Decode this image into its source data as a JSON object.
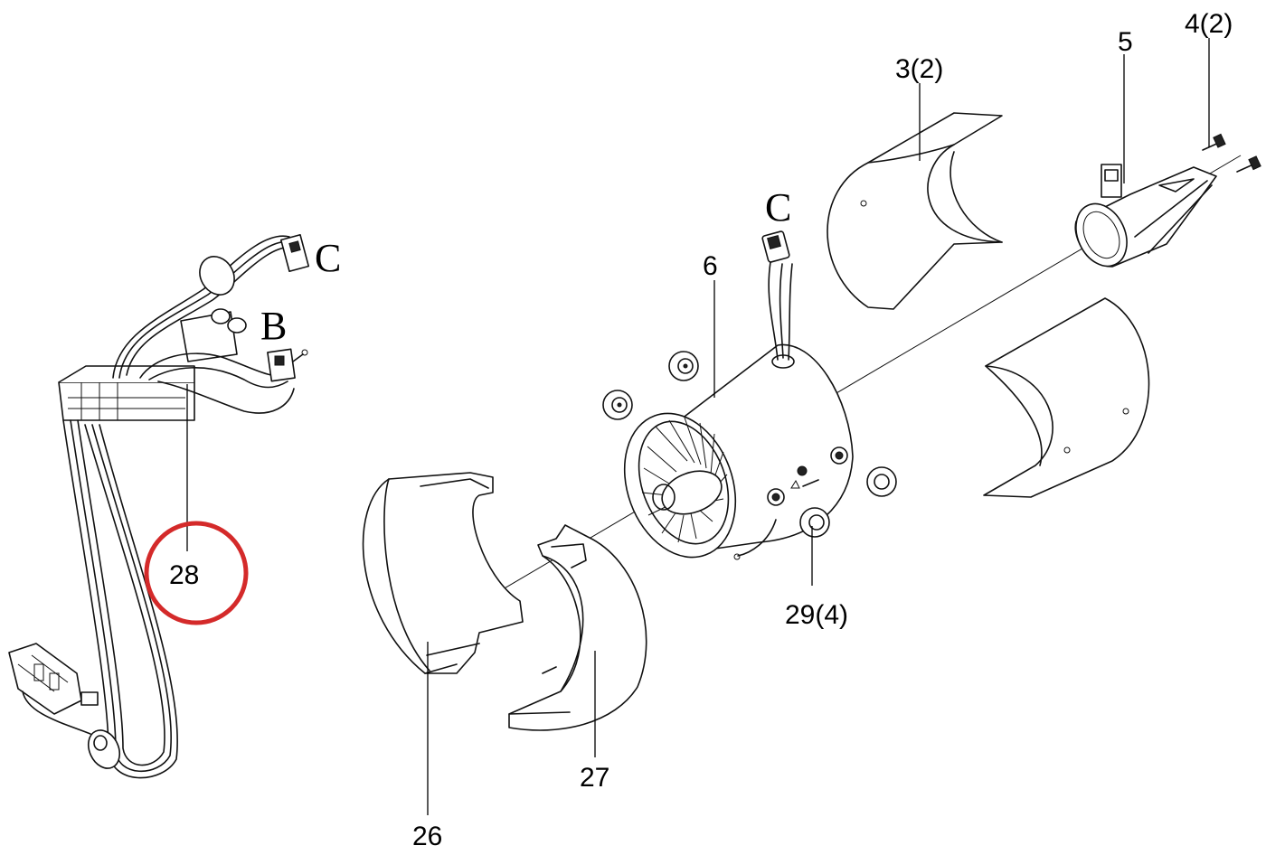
{
  "labels": {
    "p3": "3(2)",
    "p4": "4(2)",
    "p5": "5",
    "p6": "6",
    "p26": "26",
    "p27": "27",
    "p28": "28",
    "p29": "29(4)",
    "c_left": "C",
    "b_left": "B",
    "c_mid": "C"
  },
  "colors": {
    "highlight": "#d42a2a",
    "line": "#111111"
  }
}
